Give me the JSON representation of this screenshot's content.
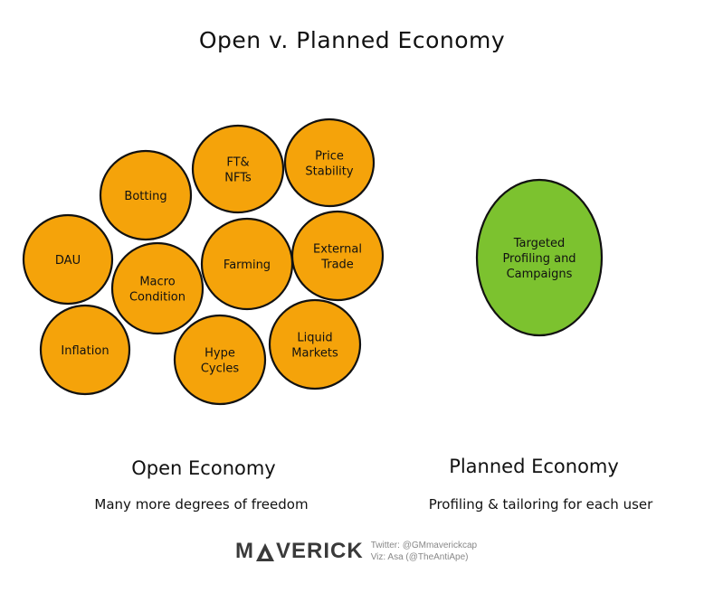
{
  "title": "Open v. Planned Economy",
  "open_economy": {
    "heading": "Open Economy",
    "subtitle": "Many more degrees of freedom",
    "fill_color": "#f5a30a",
    "bubbles": [
      {
        "lines": [
          "Botting"
        ]
      },
      {
        "lines": [
          "FT&",
          "NFTs"
        ]
      },
      {
        "lines": [
          "Price",
          "Stability"
        ]
      },
      {
        "lines": [
          "DAU"
        ]
      },
      {
        "lines": [
          "Farming"
        ]
      },
      {
        "lines": [
          "External",
          "Trade"
        ]
      },
      {
        "lines": [
          "Macro",
          "Condition"
        ]
      },
      {
        "lines": [
          "Inflation"
        ]
      },
      {
        "lines": [
          "Hype",
          "Cycles"
        ]
      },
      {
        "lines": [
          "Liquid",
          "Markets"
        ]
      }
    ]
  },
  "planned_economy": {
    "heading": "Planned Economy",
    "subtitle": "Profiling & tailoring for each user",
    "fill_color": "#7cc22f",
    "bubbles": [
      {
        "lines": [
          "Targeted",
          "Profiling and",
          "Campaigns"
        ]
      }
    ]
  },
  "footer": {
    "brand_left": "M",
    "brand_right": "VERICK",
    "twitter": "Twitter: @GMmaverickcap",
    "viz": "Viz: Asa (@TheAntiApe)"
  }
}
